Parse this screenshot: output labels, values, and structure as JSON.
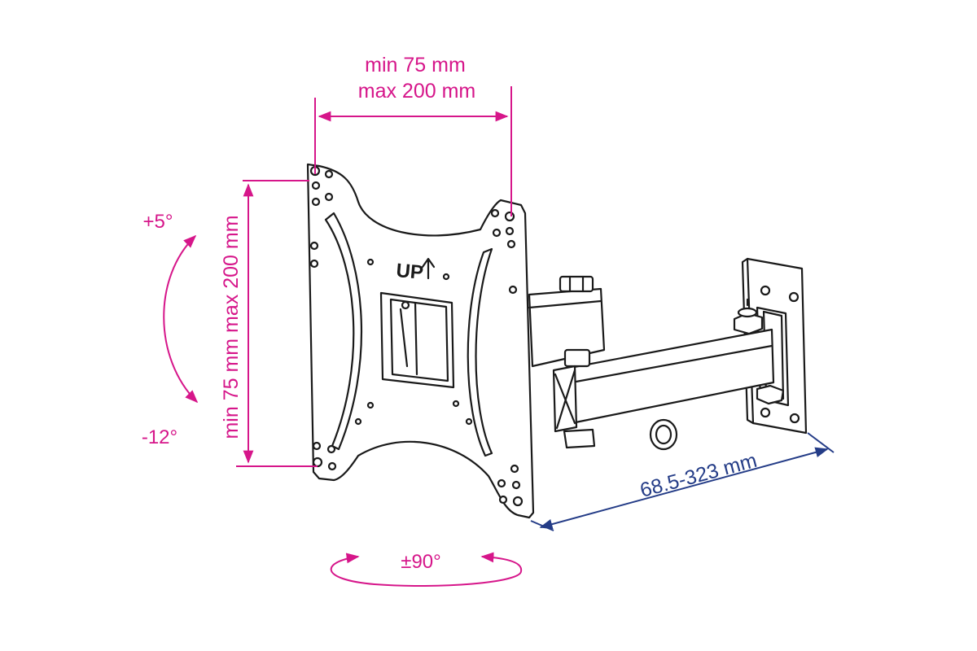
{
  "diagram": {
    "width_label": [
      "min 75 mm",
      "max 200 mm"
    ],
    "height_label": "min 75 mm max 200 mm",
    "tilt_up_label": "+5°",
    "tilt_down_label": "-12°",
    "swivel_label": "±90°",
    "extension_label": "68.5-323 mm",
    "plate_marking": "UP",
    "colors": {
      "dimension_magenta": "#d6168a",
      "dimension_navy": "#243c87",
      "line_art": "#1a1a1a"
    }
  }
}
